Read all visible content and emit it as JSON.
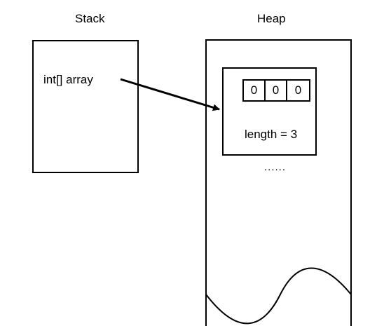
{
  "stack": {
    "title": "Stack",
    "variable": "int[] array"
  },
  "heap": {
    "title": "Heap",
    "array": {
      "cells": [
        "0",
        "0",
        "0"
      ],
      "length_label": "length = 3"
    },
    "more": "......"
  }
}
